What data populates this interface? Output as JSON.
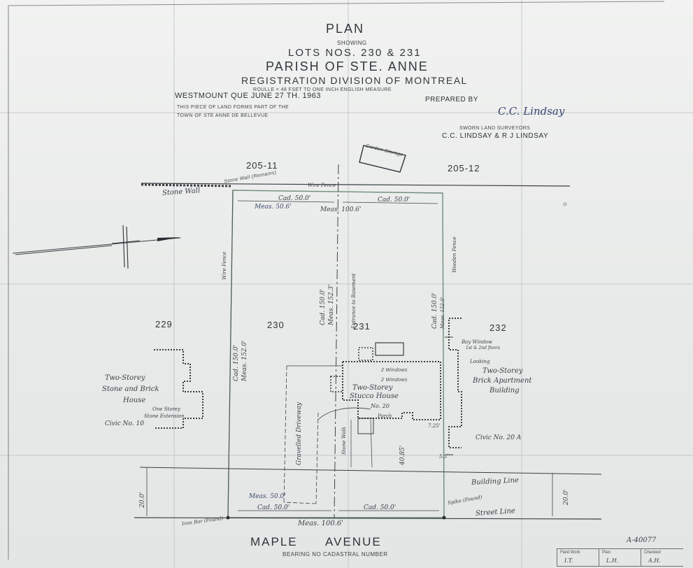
{
  "header": {
    "title": "PLAN",
    "showing": "SHOWING",
    "lots": "LOTS NOS. 230 & 231",
    "parish": "PARISH OF STE. ANNE",
    "registration": "REGISTRATION DIVISION OF MONTREAL",
    "scale": "ROULLE = 48 FSET TO ONE INCH ENGLISH MEASURE",
    "place_date": "WESTMOUNT QUE JUNE 27 TH. 1963",
    "prepared_by": "PREPARED BY",
    "note_line1": "THIS PIECE OF LAND FORMS PART OF THE",
    "note_line2": "TOWN OF STE ANNE DE BELLEVUE",
    "signature": "C.C. Lindsay",
    "surveyor_title": "SWORN LAND SURVEYORS",
    "surveyors": "C.C. LINDSAY & R J LINDSAY"
  },
  "lots": {
    "l205_11": "205-11",
    "l205_12": "205-12",
    "l229": "229",
    "l230": "230",
    "l231": "231",
    "l232": "232"
  },
  "annotations": {
    "stone_wall": "Stone Wall",
    "wire_fence": "Wire Fence",
    "stone_wall_small": "Stone Wall (Remains)",
    "garden_storage": "Garden Storage",
    "cad_50_a": "Cad. 50.0'",
    "cad_50_b": "Cad. 50.0'",
    "meas_50_6": "Meas. 50.6'",
    "meas_100_6_top": "Meas. 100.6'",
    "wire_fence_left": "Wire Fence",
    "cad_150_left": "Cad. 150.0'",
    "meas_152_left": "Meas. 152.0'",
    "cad_150_mid": "Cad. 150.0'",
    "meas_152_mid": "Meas. 152.3'",
    "entrance_basement": "Entrance to Basement",
    "cad_150_right": "Cad. 150.0'",
    "meas_152_right": "Meas. 152.0'",
    "wooden_fence": "Wooden Fence",
    "house_229_l1": "Two-Storey",
    "house_229_l2": "Stone and Brick",
    "house_229_l3": "House",
    "one_storey": "One Storey",
    "stone_extension": "Stone Extension",
    "civic_10": "Civic No. 10",
    "house_231_l1": "Two-Storey",
    "house_231_l2": "Stucco House",
    "no_20": "No. 20",
    "chimney_note_1": "2 Windows",
    "chimney_note_2": "2 Windows",
    "porch": "Porch",
    "bay_window": "Bay Window",
    "bay_window_2": "1st & 2nd floors",
    "looking": "Looking",
    "apt_l1": "Two-Storey",
    "apt_l2": "Brick Apartment",
    "apt_l3": "Building",
    "civic_20a": "Civic No. 20 A",
    "gravelled_driveway": "Gravelled Driveway",
    "stone_walk": "Stone Walk",
    "d_40_85": "40.85'",
    "d_5_5": "5.5'",
    "d_7_25": "7.25'",
    "building_line": "Building Line",
    "d_20_left": "20.0'",
    "d_20_right": "20.0'",
    "meas_50_0": "Meas. 50.0'",
    "cad_50_bottom_left": "Cad. 50.0'",
    "cad_50_bottom_right": "Cad. 50.0'",
    "spike": "Spike (Found)",
    "street_line": "Street Line",
    "iron_bar": "Iron Bar (Found)",
    "meas_100_6_bottom": "Meas. 100.6'"
  },
  "footer": {
    "street": "MAPLE      AVENUE",
    "bearing": "BEARING NO CADASTRAL NUMBER",
    "plan_number": "A-40077"
  },
  "title_block": {
    "field_work_label": "Field Work",
    "field_work_value": "I.T.",
    "plan_label": "Plan",
    "plan_value": "L.H.",
    "checked_label": "Checked",
    "checked_value": "A.H."
  },
  "colors": {
    "paper": "#ebedec",
    "ink": "#2d3136",
    "boundary_green": "#6f8c7a",
    "blue_ink": "#3f4a6e"
  }
}
